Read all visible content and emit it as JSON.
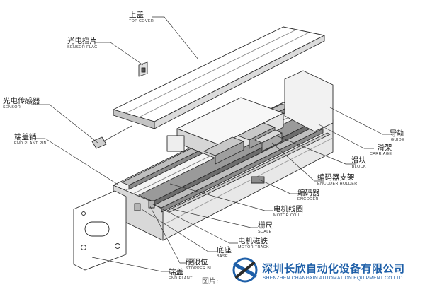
{
  "labels": {
    "top_cover": {
      "cn": "上盖",
      "en": "TOP COVER"
    },
    "sensor_flag": {
      "cn": "光电挡片",
      "en": "SENSOR FLAG"
    },
    "sensor": {
      "cn": "光电传感器",
      "en": "SENSOR"
    },
    "end_plant_pin": {
      "cn": "端盖销",
      "en": "END PLANT PIN"
    },
    "guide": {
      "cn": "导轨",
      "en": "GUIDE"
    },
    "carriage": {
      "cn": "滑架",
      "en": "CARRIAGE"
    },
    "block": {
      "cn": "滑块",
      "en": "BLOCK"
    },
    "encoder_holder": {
      "cn": "编码器支架",
      "en": "ENCODER HOLDER"
    },
    "encoder": {
      "cn": "编码器",
      "en": "ENCODER"
    },
    "motor_coil": {
      "cn": "电机线圈",
      "en": "MOTOR COIL"
    },
    "scale": {
      "cn": "栅尺",
      "en": "SCALE"
    },
    "motor_track": {
      "cn": "电机磁铁",
      "en": "MOTOR TRACK"
    },
    "base": {
      "cn": "底座",
      "en": "BASE"
    },
    "stopper": {
      "cn": "硬限位",
      "en": "STOPPER BL"
    },
    "end_plant": {
      "cn": "端盖",
      "en": "END PLANT"
    }
  },
  "image_tag": "图片:",
  "company": {
    "name_cn": "深圳长欣自动化设备有限公司",
    "name_en": "SHENZHEN CHANGXIN AUTOMATION EQUIPMENT CO.LTD",
    "logo_color": "#1e5fa8"
  }
}
